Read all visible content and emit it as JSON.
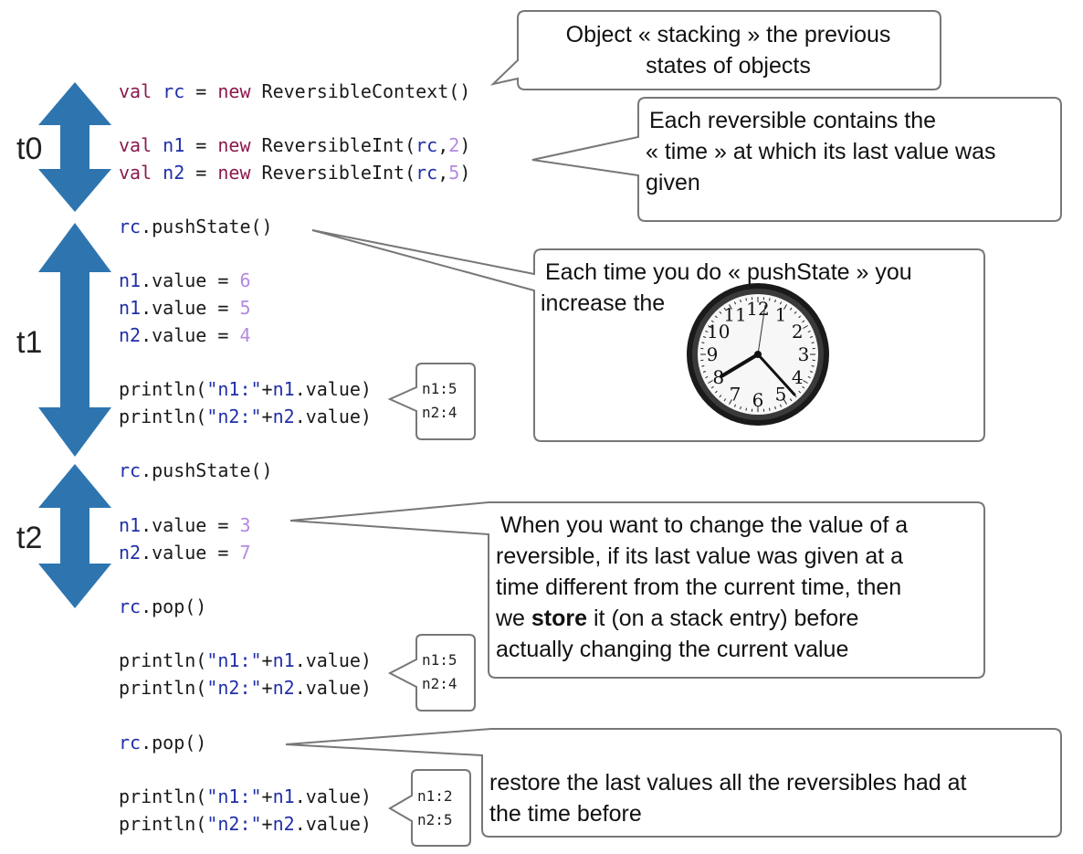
{
  "timeline_labels": [
    "t0",
    "t1",
    "t2"
  ],
  "code": {
    "l1": {
      "kw1": "val",
      "var": "rc",
      "eq": " = ",
      "kw2": "new",
      "rest": " ReversibleContext()"
    },
    "l2": {
      "kw1": "val",
      "var": "n1",
      "eq": " = ",
      "kw2": "new",
      "mid": " ReversibleInt(",
      "arg": "rc",
      "comma": ",",
      "num": "2",
      "close": ")"
    },
    "l3": {
      "kw1": "val",
      "var": "n2",
      "eq": " = ",
      "kw2": "new",
      "mid": " ReversibleInt(",
      "arg": "rc",
      "comma": ",",
      "num": "5",
      "close": ")"
    },
    "push1": {
      "var": "rc",
      "rest": ".pushState()"
    },
    "a1": {
      "var": "n1",
      "rest": ".value = ",
      "num": "6"
    },
    "a2": {
      "var": "n1",
      "rest": ".value = ",
      "num": "5"
    },
    "a3": {
      "var": "n2",
      "rest": ".value = ",
      "num": "4"
    },
    "p1": {
      "fn": "println(",
      "str": "\"n1:\"",
      "plus": "+",
      "var": "n1",
      "rest": ".value)"
    },
    "p2": {
      "fn": "println(",
      "str": "\"n2:\"",
      "plus": "+",
      "var": "n2",
      "rest": ".value)"
    },
    "push2": {
      "var": "rc",
      "rest": ".pushState()"
    },
    "a4": {
      "var": "n1",
      "rest": ".value = ",
      "num": "3"
    },
    "a5": {
      "var": "n2",
      "rest": ".value = ",
      "num": "7"
    },
    "pop1": {
      "var": "rc",
      "rest": ".pop()"
    },
    "p3": {
      "fn": "println(",
      "str": "\"n1:\"",
      "plus": "+",
      "var": "n1",
      "rest": ".value)"
    },
    "p4": {
      "fn": "println(",
      "str": "\"n2:\"",
      "plus": "+",
      "var": "n2",
      "rest": ".value)"
    },
    "pop2": {
      "var": "rc",
      "rest": ".pop()"
    },
    "p5": {
      "fn": "println(",
      "str": "\"n1:\"",
      "plus": "+",
      "var": "n1",
      "rest": ".value)"
    },
    "p6": {
      "fn": "println(",
      "str": "\"n2:\"",
      "plus": "+",
      "var": "n2",
      "rest": ".value)"
    }
  },
  "outputs": {
    "o1": [
      "n1:5",
      "n2:4"
    ],
    "o2": [
      "n1:5",
      "n2:4"
    ],
    "o3": [
      "n1:2",
      "n2:5"
    ]
  },
  "callouts": {
    "c1": [
      "Object « stacking » the previous",
      "states of objects"
    ],
    "c2": [
      "Each reversible contains the",
      "« time » at which its last value was",
      "given"
    ],
    "c3": [
      "Each time you do « pushState » you",
      "increase the"
    ],
    "c4": {
      "line1": "When you want to change the value of a",
      "line2": "reversible, if its last value was given at a",
      "line3": "time different from the current time, then",
      "line4_pre": "we ",
      "line4_bold": "store",
      "line4_post": " it (on a stack entry) before",
      "line5": "actually changing the current value"
    },
    "c5": [
      "restore the last values all the reversibles had at",
      "the time before"
    ]
  },
  "clock": {
    "numerals": [
      "12",
      "1",
      "2",
      "3",
      "4",
      "5",
      "6",
      "7",
      "8",
      "9",
      "10",
      "11"
    ]
  },
  "colors": {
    "arrow": "#2e75b0",
    "keyword": "#8b1a4f",
    "variable": "#1f2fa8",
    "number": "#b48ae0",
    "callout_border": "#777777"
  }
}
